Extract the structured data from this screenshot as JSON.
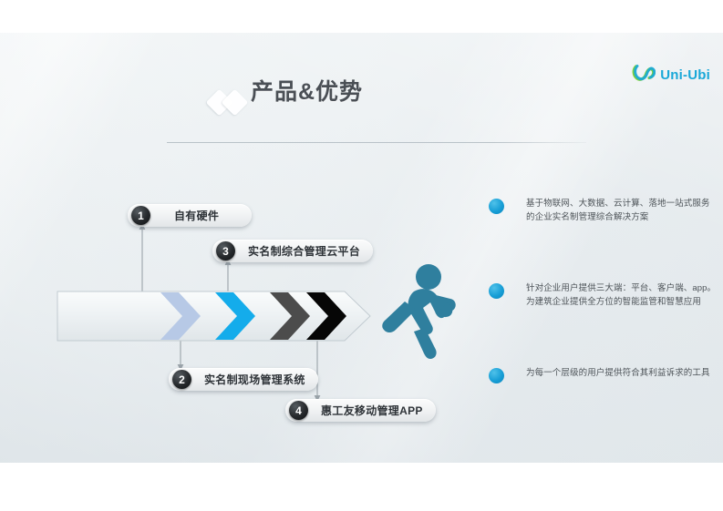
{
  "brand": {
    "logo_text": "Uni-Ubi",
    "logo_icon": "uni-ubi-infinity-icon",
    "logo_color": "#19a8d8"
  },
  "header": {
    "title": "产品&优势",
    "diamond_icon": "diamond-decoration-icon"
  },
  "process": {
    "chevrons": [
      {
        "name": "chevron-step-1",
        "color": "#b7c9e6"
      },
      {
        "name": "chevron-step-2",
        "color": "#14aceb"
      },
      {
        "name": "chevron-step-3",
        "color": "#4c4c4c"
      },
      {
        "name": "chevron-step-4",
        "color": "#060606"
      }
    ],
    "runner_icon": "running-person-icon",
    "runner_color": "#2f7f9e"
  },
  "callouts": [
    {
      "number": "1",
      "label": "自有硬件"
    },
    {
      "number": "2",
      "label": "实名制现场管理系统"
    },
    {
      "number": "3",
      "label": "实名制综合管理云平台"
    },
    {
      "number": "4",
      "label": "惠工友移动管理APP"
    }
  ],
  "bullets": [
    {
      "text": "基于物联网、大数据、云计算、落地一站式服务的企业实名制管理综合解决方案"
    },
    {
      "text": "针对企业用户提供三大端：平台、客户端、app。为建筑企业提供全方位的智能监管和智慧应用"
    },
    {
      "text": "为每一个层级的用户提供符合其利益诉求的工具"
    }
  ],
  "colors": {
    "accent_blue": "#14aceb",
    "bullet_blue": "#179ed6",
    "title_gray": "#4a4f55",
    "slide_bg": "#eef2f4"
  }
}
